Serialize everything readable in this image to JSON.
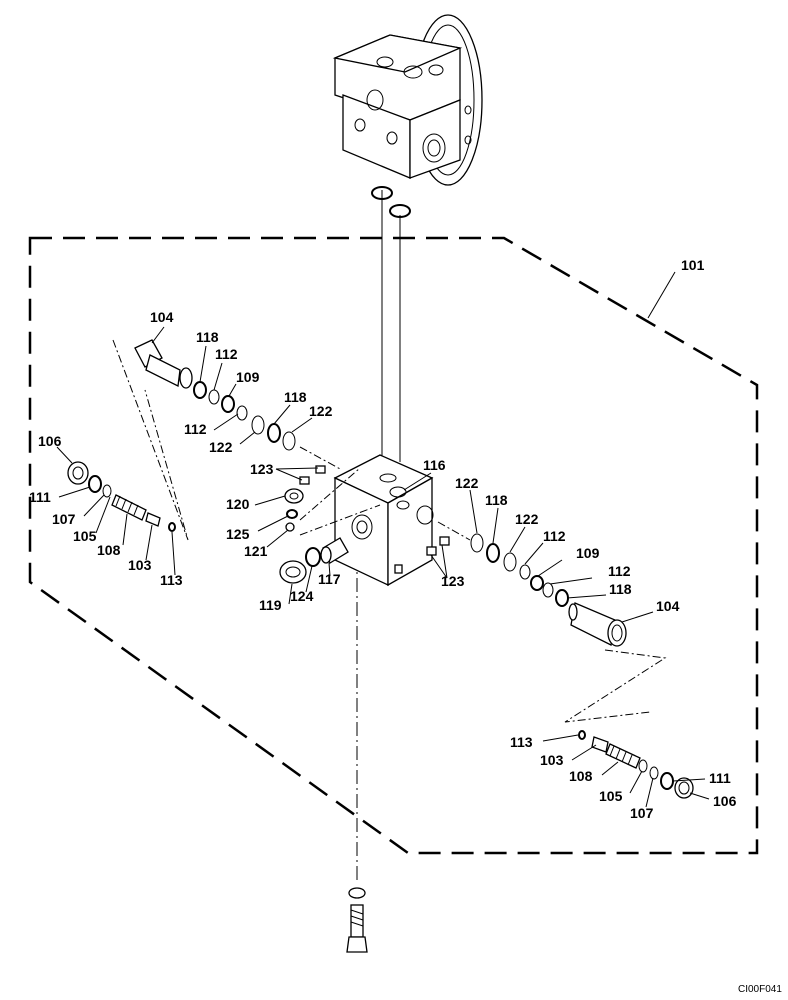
{
  "drawing_ref": "CI00F041",
  "callouts": [
    {
      "id": "c101",
      "text": "101"
    },
    {
      "id": "c104a",
      "text": "104"
    },
    {
      "id": "c118a",
      "text": "118"
    },
    {
      "id": "c112a",
      "text": "112"
    },
    {
      "id": "c109a",
      "text": "109"
    },
    {
      "id": "c118b",
      "text": "118"
    },
    {
      "id": "c122a",
      "text": "122"
    },
    {
      "id": "c112b",
      "text": "112"
    },
    {
      "id": "c122b",
      "text": "122"
    },
    {
      "id": "c106a",
      "text": "106"
    },
    {
      "id": "c111a",
      "text": "111"
    },
    {
      "id": "c107a",
      "text": "107"
    },
    {
      "id": "c105a",
      "text": "105"
    },
    {
      "id": "c108a",
      "text": "108"
    },
    {
      "id": "c103a",
      "text": "103"
    },
    {
      "id": "c113a",
      "text": "113"
    },
    {
      "id": "c123a",
      "text": "123"
    },
    {
      "id": "c116",
      "text": "116"
    },
    {
      "id": "c120",
      "text": "120"
    },
    {
      "id": "c125",
      "text": "125"
    },
    {
      "id": "c121",
      "text": "121"
    },
    {
      "id": "c119",
      "text": "119"
    },
    {
      "id": "c124",
      "text": "124"
    },
    {
      "id": "c117",
      "text": "117"
    },
    {
      "id": "c123b",
      "text": "123"
    },
    {
      "id": "c122c",
      "text": "122"
    },
    {
      "id": "c118c",
      "text": "118"
    },
    {
      "id": "c122d",
      "text": "122"
    },
    {
      "id": "c112c",
      "text": "112"
    },
    {
      "id": "c109b",
      "text": "109"
    },
    {
      "id": "c112d",
      "text": "112"
    },
    {
      "id": "c118d",
      "text": "118"
    },
    {
      "id": "c104b",
      "text": "104"
    },
    {
      "id": "c113b",
      "text": "113"
    },
    {
      "id": "c103b",
      "text": "103"
    },
    {
      "id": "c108b",
      "text": "108"
    },
    {
      "id": "c105b",
      "text": "105"
    },
    {
      "id": "c107b",
      "text": "107"
    },
    {
      "id": "c111b",
      "text": "111"
    },
    {
      "id": "c106b",
      "text": "106"
    }
  ]
}
